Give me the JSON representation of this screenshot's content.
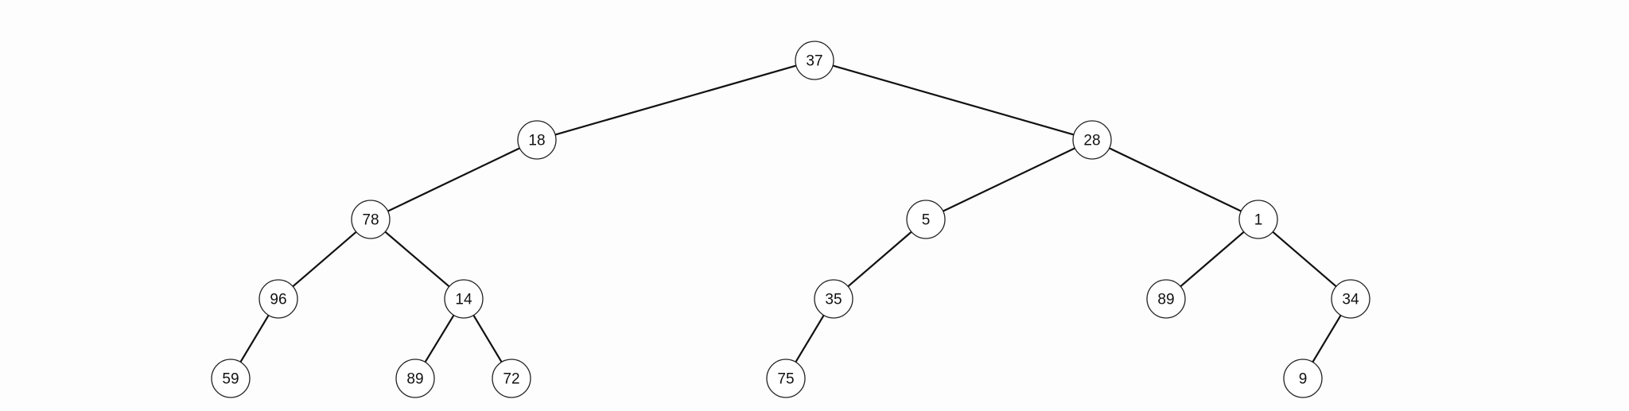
{
  "tree": {
    "nodes": [
      {
        "id": "n0",
        "label": "37"
      },
      {
        "id": "n1",
        "label": "18"
      },
      {
        "id": "n2",
        "label": "28"
      },
      {
        "id": "n3",
        "label": "78"
      },
      {
        "id": "n4",
        "label": "5"
      },
      {
        "id": "n5",
        "label": "1"
      },
      {
        "id": "n6",
        "label": "96"
      },
      {
        "id": "n7",
        "label": "14"
      },
      {
        "id": "n8",
        "label": "35"
      },
      {
        "id": "n9",
        "label": "89"
      },
      {
        "id": "n10",
        "label": "34"
      },
      {
        "id": "n11",
        "label": "59"
      },
      {
        "id": "n12",
        "label": "89"
      },
      {
        "id": "n13",
        "label": "72"
      },
      {
        "id": "n14",
        "label": "75"
      },
      {
        "id": "n15",
        "label": "9"
      }
    ],
    "edges": [
      {
        "from": "n0",
        "to": "n1"
      },
      {
        "from": "n0",
        "to": "n2"
      },
      {
        "from": "n1",
        "to": "n3"
      },
      {
        "from": "n2",
        "to": "n4"
      },
      {
        "from": "n2",
        "to": "n5"
      },
      {
        "from": "n3",
        "to": "n6"
      },
      {
        "from": "n3",
        "to": "n7"
      },
      {
        "from": "n4",
        "to": "n8"
      },
      {
        "from": "n5",
        "to": "n9"
      },
      {
        "from": "n5",
        "to": "n10"
      },
      {
        "from": "n6",
        "to": "n11"
      },
      {
        "from": "n7",
        "to": "n12"
      },
      {
        "from": "n7",
        "to": "n13"
      },
      {
        "from": "n8",
        "to": "n14"
      },
      {
        "from": "n10",
        "to": "n15"
      }
    ]
  }
}
